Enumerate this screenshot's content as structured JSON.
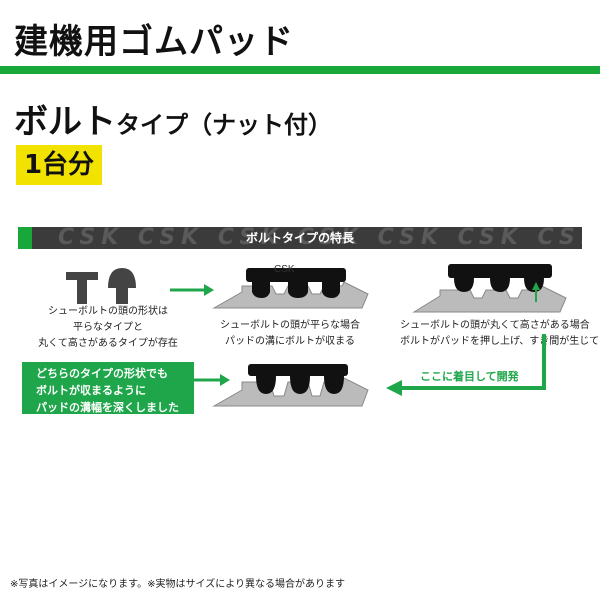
{
  "header": {
    "title": "建機用ゴムパッド",
    "subtitle_main": "ボルト",
    "subtitle_rest": "タイプ（ナット付）",
    "badge": "1台分"
  },
  "band": {
    "label": "ボルトタイプの特長",
    "watermark": "CSK CSK CSK CSK CSK CSK CSK CSK"
  },
  "captions": {
    "bolt_shapes_line1": "シューボルトの頭の形状は",
    "bolt_shapes_line2": "平らなタイプと",
    "bolt_shapes_line3": "丸くて高さがあるタイプが存在",
    "flat_line1": "シューボルトの頭が平らな場合",
    "flat_line2": "パッドの溝にボルトが収まる",
    "round_line1": "シューボルトの頭が丸くて高さがある場合",
    "round_line2": "ボルトがパッドを押し上げ、すき間が生じてしまう"
  },
  "solution": {
    "line1": "どちらのタイプの形状でも",
    "line2": "ボルトが収まるように",
    "line3": "パッドの溝幅を深くしました",
    "focus": "ここに着目して開発"
  },
  "footnote": "※写真はイメージになります。※実物はサイズにより異なる場合があります",
  "colors": {
    "green": "#18a83a",
    "yellow": "#f2e200",
    "band": "#3b3b3b"
  }
}
